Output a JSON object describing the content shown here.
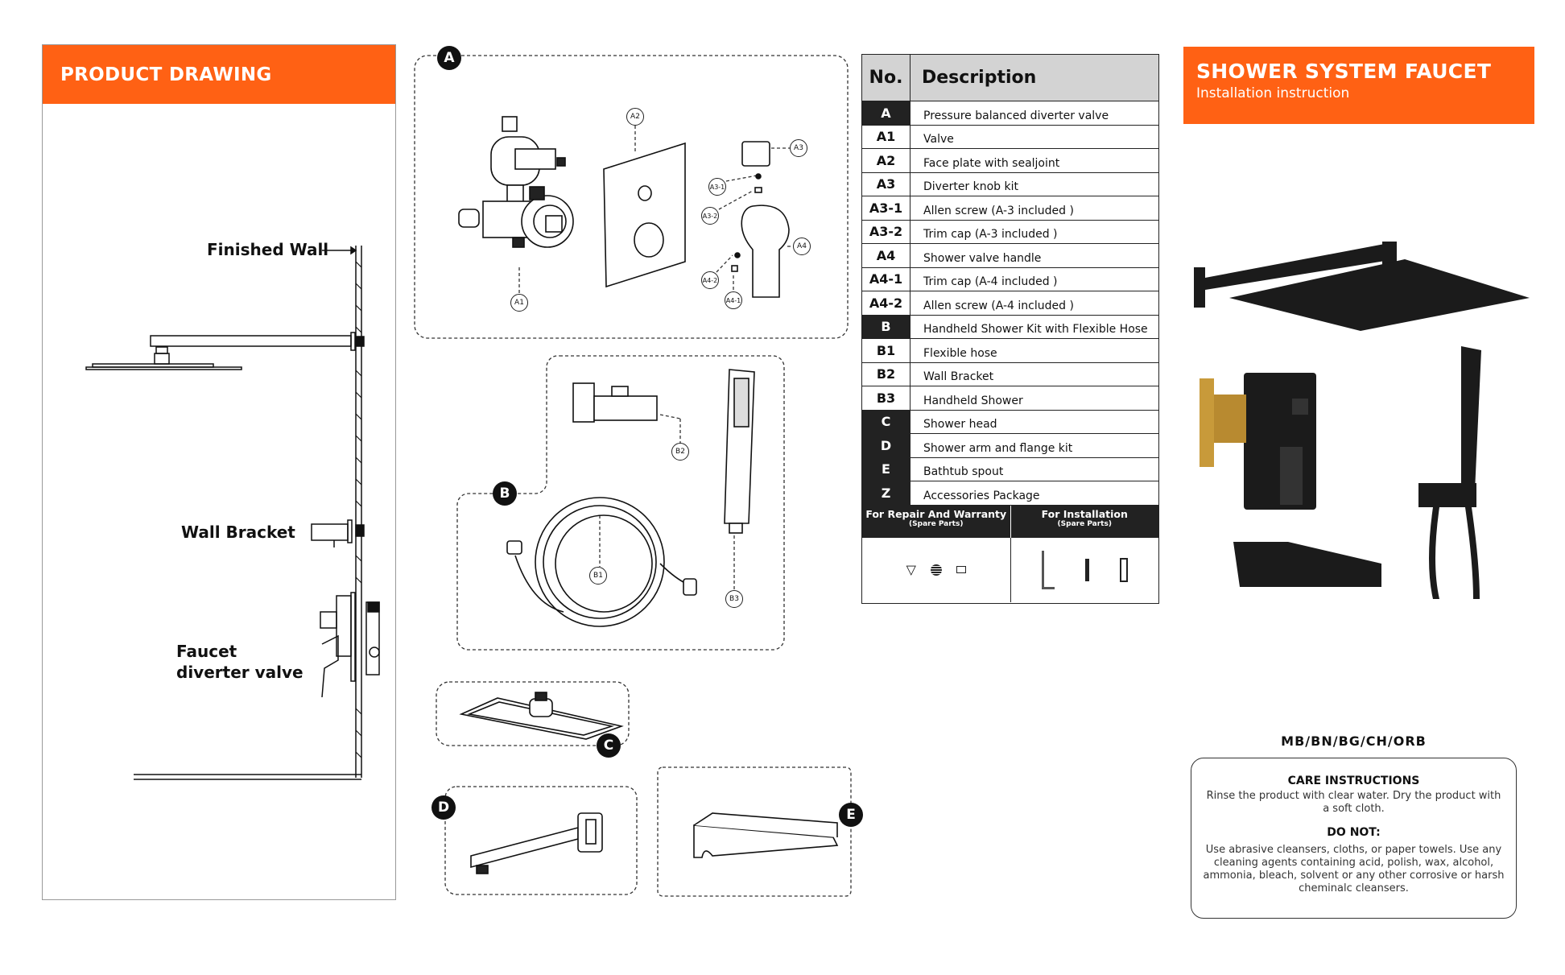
{
  "left_panel": {
    "title": "PRODUCT DRAWING",
    "labels": {
      "finished_wall": "Finished Wall",
      "wall_bracket": "Wall Bracket",
      "faucet_line1": "Faucet",
      "faucet_line2": "diverter valve"
    }
  },
  "diagram": {
    "badges": {
      "A": "A",
      "B": "B",
      "C": "C",
      "D": "D",
      "E": "E"
    },
    "callouts": {
      "A1": "A1",
      "A2": "A2",
      "A3": "A3",
      "A3_1": "A3-1",
      "A3_2": "A3-2",
      "A4": "A4",
      "A4_1": "A4-1",
      "A4_2": "A4-2",
      "B1": "B1",
      "B2": "B2",
      "B3": "B3"
    }
  },
  "table": {
    "header_no": "No.",
    "header_desc": "Description",
    "rows": [
      {
        "no": "A",
        "desc": "Pressure balanced diverter valve",
        "dark": true
      },
      {
        "no": "A1",
        "desc": "Valve",
        "dark": false
      },
      {
        "no": "A2",
        "desc": "Face plate with sealjoint",
        "dark": false
      },
      {
        "no": "A3",
        "desc": "Diverter knob kit",
        "dark": false
      },
      {
        "no": "A3-1",
        "desc": "Allen screw (A-3 included )",
        "dark": false
      },
      {
        "no": "A3-2",
        "desc": "Trim cap (A-3 included )",
        "dark": false
      },
      {
        "no": "A4",
        "desc": "Shower valve handle",
        "dark": false
      },
      {
        "no": "A4-1",
        "desc": "Trim cap (A-4 included )",
        "dark": false
      },
      {
        "no": "A4-2",
        "desc": "Allen screw (A-4 included )",
        "dark": false
      },
      {
        "no": "B",
        "desc": "Handheld Shower Kit with Flexible Hose",
        "dark": true
      },
      {
        "no": "B1",
        "desc": "Flexible hose",
        "dark": false
      },
      {
        "no": "B2",
        "desc": "Wall Bracket",
        "dark": false
      },
      {
        "no": "B3",
        "desc": "Handheld  Shower",
        "dark": false
      },
      {
        "no": "C",
        "desc": "Shower head",
        "dark": true
      },
      {
        "no": "D",
        "desc": "Shower arm and flange kit",
        "dark": true
      },
      {
        "no": "E",
        "desc": "Bathtub spout",
        "dark": true
      },
      {
        "no": "Z",
        "desc": "Accessories Package",
        "dark": true
      }
    ],
    "spare_repair": "For Repair And Warranty",
    "spare_repair_sub": "(Spare Parts)",
    "spare_install": "For Installation",
    "spare_install_sub": "(Spare Parts)"
  },
  "right": {
    "title": "SHOWER SYSTEM FAUCET",
    "subtitle": "Installation instruction",
    "finishes": "MB/BN/BG/CH/ORB",
    "care_title": "CARE INSTRUCTIONS",
    "care_text": "Rinse the product with clear water.  Dry the product with a soft cloth.",
    "donot_title": "DO NOT:",
    "donot_text": "Use abrasive cleansers, cloths, or paper towels. Use any cleaning agents containing acid, polish, wax, alcohol, ammonia, bleach, solvent or any other corrosive or harsh cheminalc cleansers."
  },
  "colors": {
    "accent": "#ff6114",
    "dark": "#222222",
    "header_gray": "#d3d3d3"
  }
}
